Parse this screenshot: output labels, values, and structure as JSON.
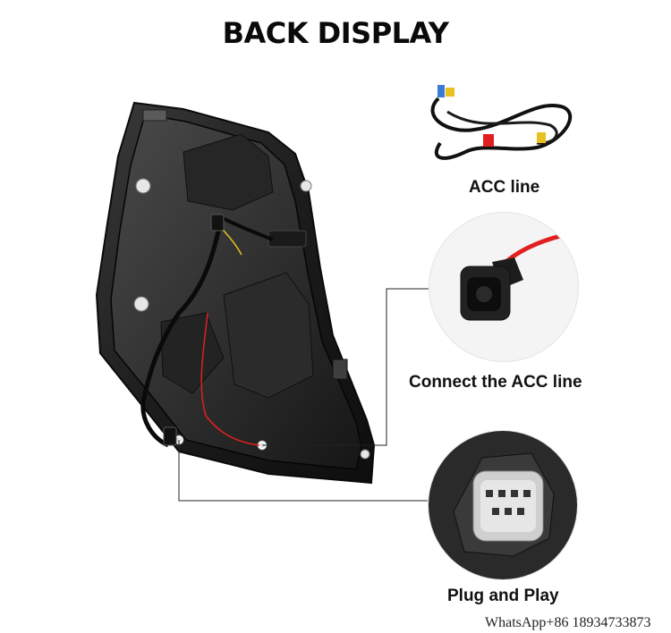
{
  "title": "BACK DISPLAY",
  "callouts": {
    "acc_line": "ACC line",
    "connect_acc_line": "Connect the ACC line",
    "plug_and_play": "Plug and Play"
  },
  "contact": "WhatsApp+86 18934733873",
  "icons": [
    "tail-light-back-photo",
    "acc-wire-harness-photo",
    "acc-connector-photo",
    "plug-socket-photo"
  ],
  "colors": {
    "background": "#ffffff",
    "housing": "#1a1a1a",
    "wire_red": "#e02020",
    "wire_yellow": "#e8c020"
  }
}
